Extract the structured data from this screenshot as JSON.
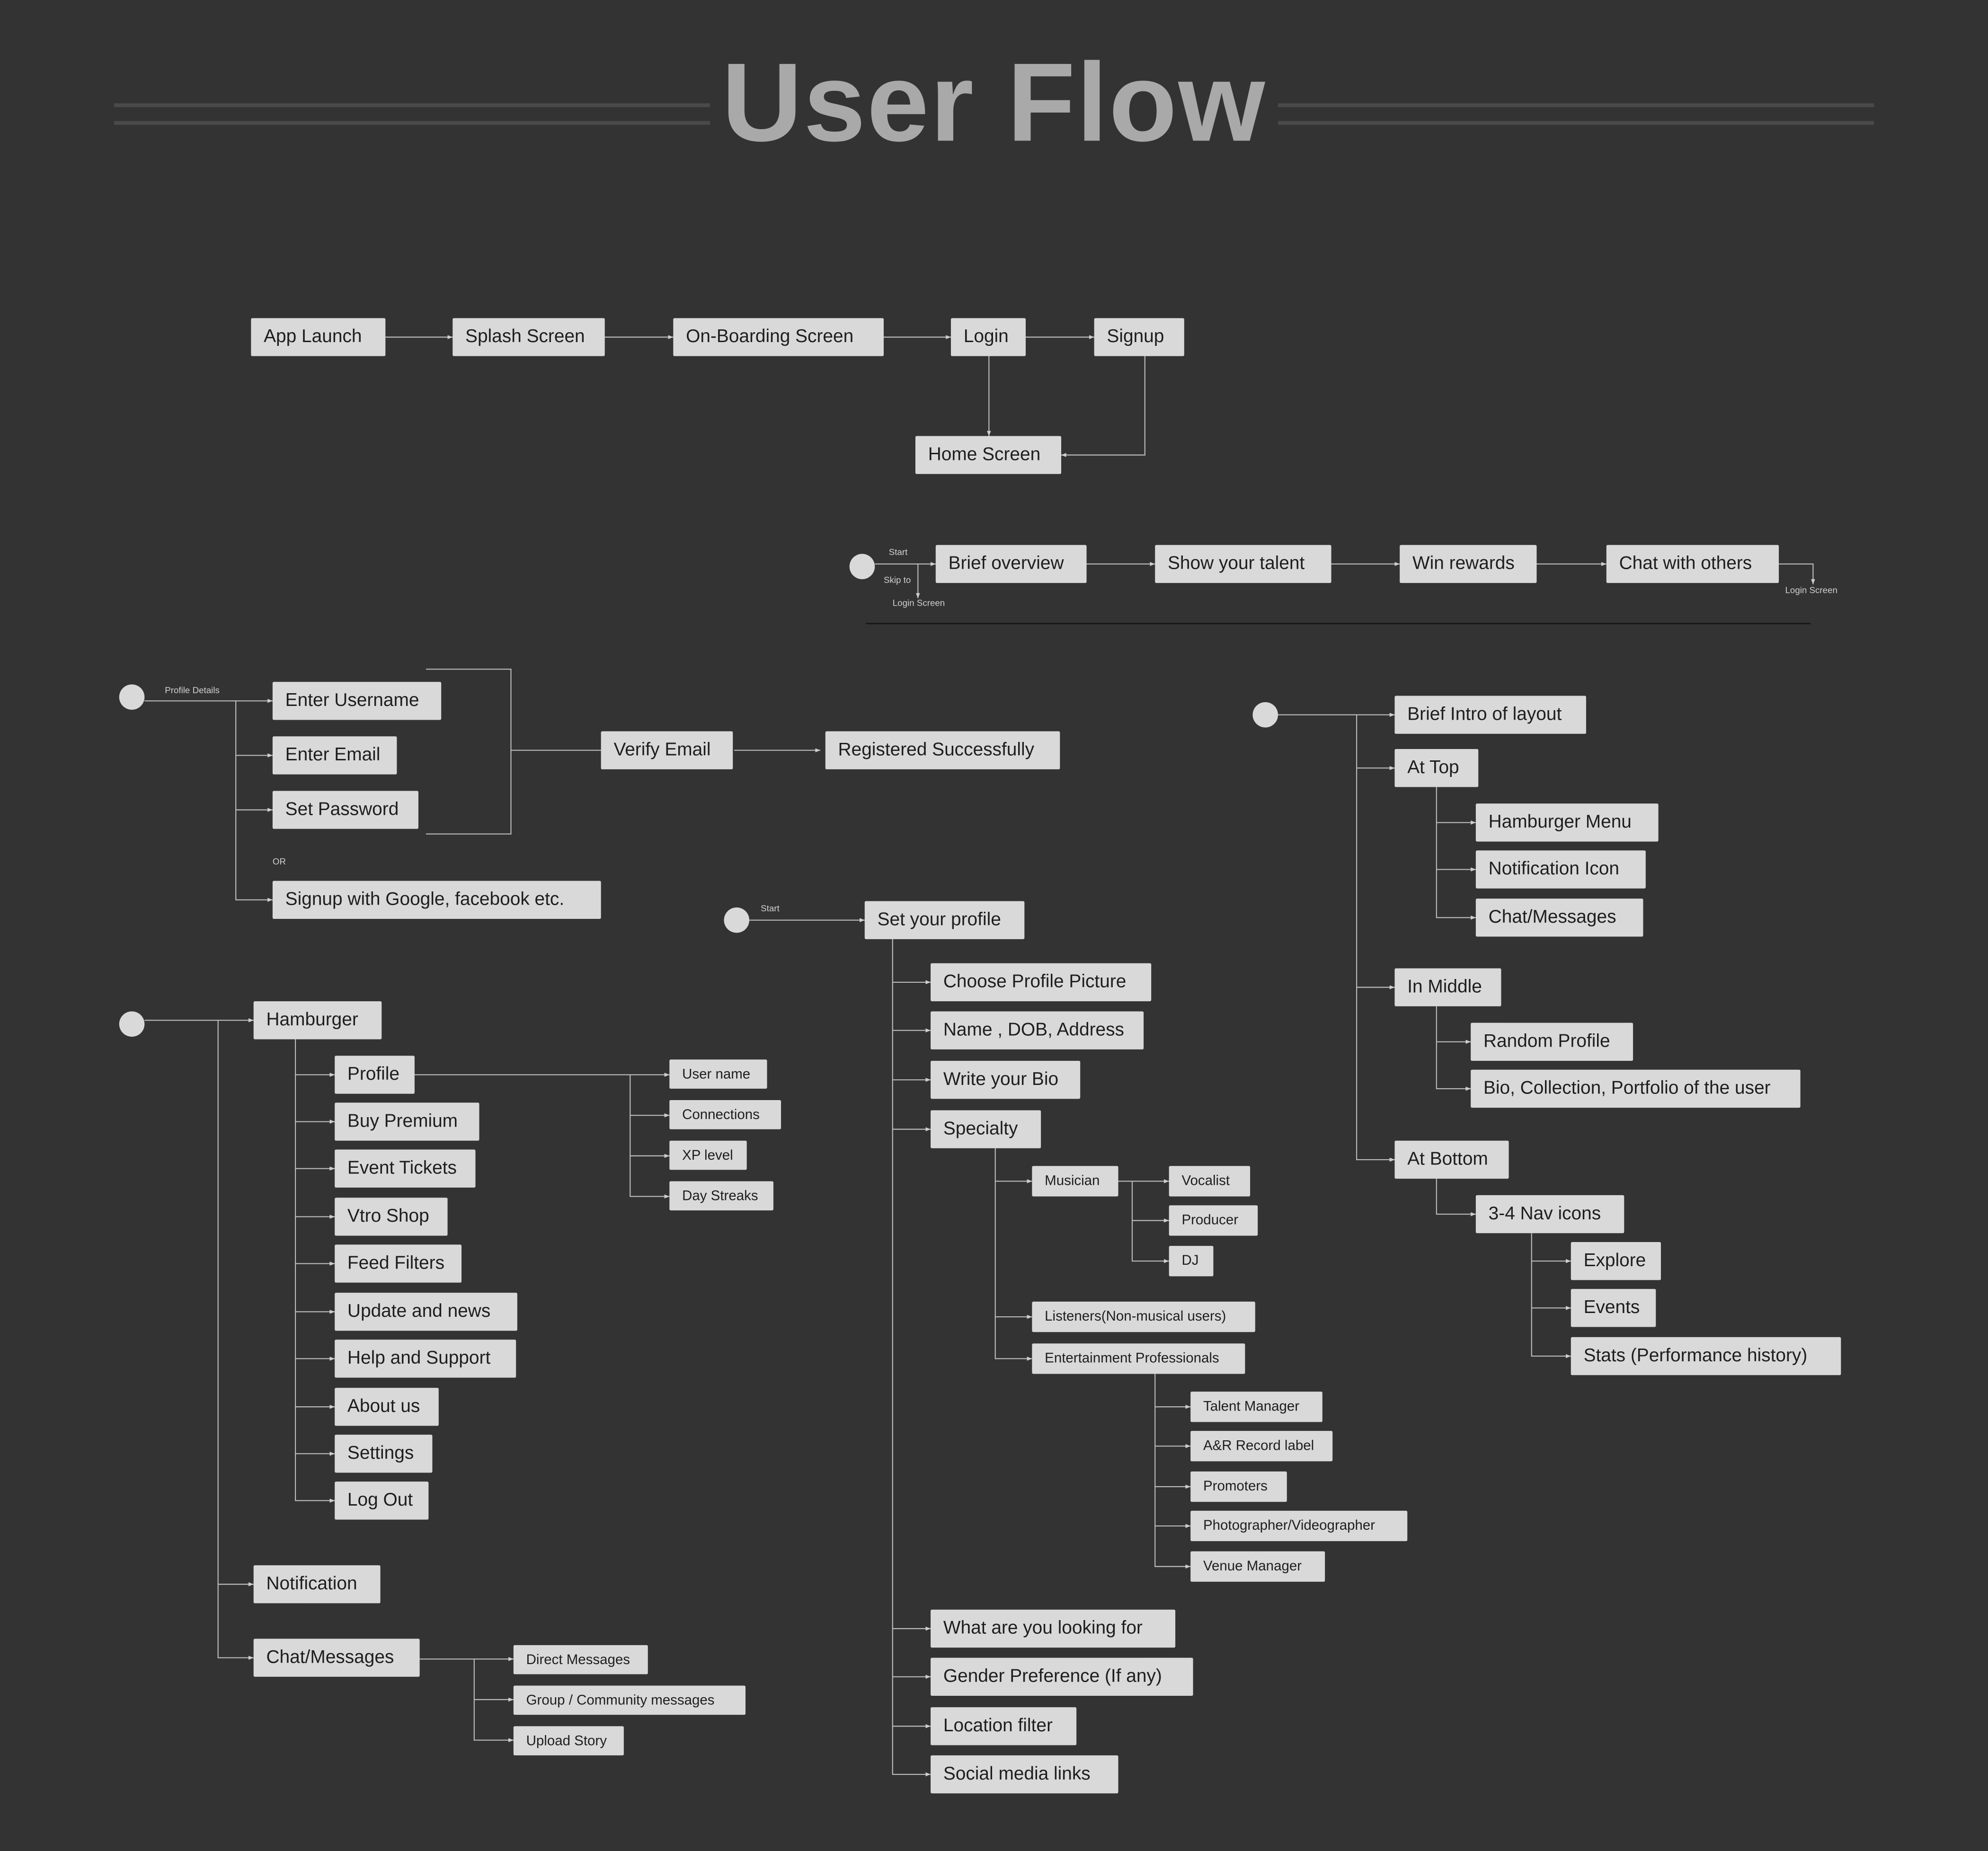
{
  "title": "User Flow",
  "main_flow": {
    "app_launch": "App Launch",
    "splash": "Splash Screen",
    "onboarding": "On-Boarding Screen",
    "login": "Login",
    "signup": "Signup",
    "home": "Home Screen"
  },
  "onboarding": {
    "start": "Start",
    "skip": "Skip to",
    "skip_target": "Login Screen",
    "end_target": "Login Screen",
    "steps": [
      "Brief overview",
      "Show your talent",
      "Win rewards",
      "Chat with others"
    ]
  },
  "signup_flow": {
    "label": "Profile Details",
    "or": "OR",
    "fields": [
      "Enter Username",
      "Enter Email",
      "Set Password"
    ],
    "social": "Signup with Google, facebook etc.",
    "verify": "Verify Email",
    "success": "Registered Successfully"
  },
  "layout": {
    "intro": "Brief Intro of layout",
    "top": "At Top",
    "top_items": [
      "Hamburger Menu",
      "Notification Icon",
      "Chat/Messages"
    ],
    "middle": "In Middle",
    "middle_items": [
      "Random Profile",
      "Bio, Collection, Portfolio of the user"
    ],
    "bottom": "At Bottom",
    "nav": "3-4 Nav icons",
    "nav_items": [
      "Explore",
      "Events",
      "Stats (Performance history)"
    ]
  },
  "profile_setup": {
    "start": "Start",
    "root": "Set your profile",
    "items": [
      "Choose Profile Picture",
      "Name , DOB, Address",
      "Write your Bio",
      "Specialty",
      "What are you looking for",
      "Gender Preference (If any)",
      "Location filter",
      "Social media links"
    ],
    "specialty": {
      "musician": "Musician",
      "musician_items": [
        "Vocalist",
        "Producer",
        "DJ"
      ],
      "listeners": "Listeners(Non-musical users)",
      "entertainment": "Entertainment Professionals",
      "entertainment_items": [
        "Talent Manager",
        "A&R Record label",
        "Promoters",
        "Photographer/Videographer",
        "Venue Manager"
      ]
    }
  },
  "menu": {
    "hamburger": "Hamburger",
    "items": [
      "Profile",
      "Buy Premium",
      "Event Tickets",
      "Vtro Shop",
      "Feed Filters",
      "Update and news",
      "Help and Support",
      "About us",
      "Settings",
      "Log Out"
    ],
    "profile_items": [
      "User name",
      "Connections",
      "XP level",
      "Day Streaks"
    ],
    "notification": "Notification",
    "chat": "Chat/Messages",
    "chat_items": [
      "Direct Messages",
      "Group / Community messages",
      "Upload Story"
    ]
  }
}
